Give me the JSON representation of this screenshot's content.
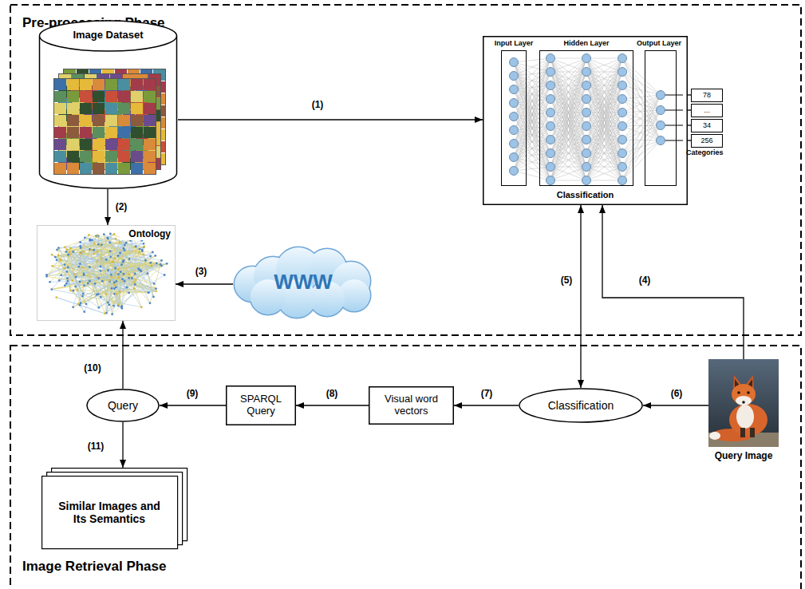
{
  "diagram": {
    "nodes": [
      {
        "text": [
          "Pre-processing Phase"
        ]
      },
      {
        "text": [
          "Image Dataset"
        ],
        "in": 0
      },
      {
        "text": [
          "Classification"
        ],
        "in": 0
      },
      {
        "text": [
          "Input Layer"
        ],
        "in": 2
      },
      {
        "text": [
          "Hidden Layer"
        ],
        "in": 2
      },
      {
        "text": [
          "Output Layer"
        ],
        "in": 2
      },
      {
        "text": [
          "78"
        ],
        "in": 0
      },
      {
        "text": [
          "..."
        ],
        "in": 0
      },
      {
        "text": [
          "34"
        ],
        "in": 0
      },
      {
        "text": [
          "256"
        ],
        "in": 0
      },
      {
        "text": [
          "Ontology"
        ],
        "in": 0
      },
      {
        "text": [
          "WWW"
        ],
        "in": 0
      },
      {
        "text": [
          "Image Retrieval Phase"
        ]
      },
      {
        "text": [
          "Query"
        ],
        "in": 12
      },
      {
        "text": [
          "SPARQL Query"
        ],
        "in": 12
      },
      {
        "text": [
          "Visual word vectors"
        ],
        "in": 12
      },
      {
        "text": [
          "Classification"
        ],
        "in": 12
      },
      {
        "text": [
          "Query Image"
        ],
        "in": 12
      },
      {
        "text": [
          "Similar Images and Its Semantics"
        ],
        "in": 12
      }
    ],
    "edges": [
      {
        "from": 1,
        "to": 2,
        "arrow": "to",
        "label": "(1)"
      },
      {
        "from": 1,
        "to": 10,
        "arrow": "to",
        "label": "(2)"
      },
      {
        "from": 11,
        "to": 10,
        "arrow": "to",
        "label": "(3)"
      },
      {
        "from": 17,
        "to": 2,
        "arrow": "to",
        "label": "(4)"
      },
      {
        "from": 16,
        "to": 2,
        "arrow": "both",
        "label": "(5)"
      },
      {
        "from": 5,
        "to": 6,
        "arrow": "none"
      },
      {
        "from": 5,
        "to": 7,
        "arrow": "none"
      },
      {
        "from": 5,
        "to": 8,
        "arrow": "none"
      },
      {
        "from": 5,
        "to": 9,
        "arrow": "none"
      },
      {
        "from": 17,
        "to": 16,
        "arrow": "to",
        "label": "(6)"
      },
      {
        "from": 16,
        "to": 15,
        "arrow": "to",
        "label": "(7)"
      },
      {
        "from": 15,
        "to": 14,
        "arrow": "to",
        "label": "(8)"
      },
      {
        "from": 14,
        "to": 13,
        "arrow": "to",
        "label": "(9)"
      },
      {
        "from": 13,
        "to": 10,
        "arrow": "to",
        "label": "(10)"
      },
      {
        "from": 13,
        "to": 18,
        "arrow": "to",
        "label": "(11)"
      }
    ],
    "labels": [
      "Categories"
    ]
  }
}
